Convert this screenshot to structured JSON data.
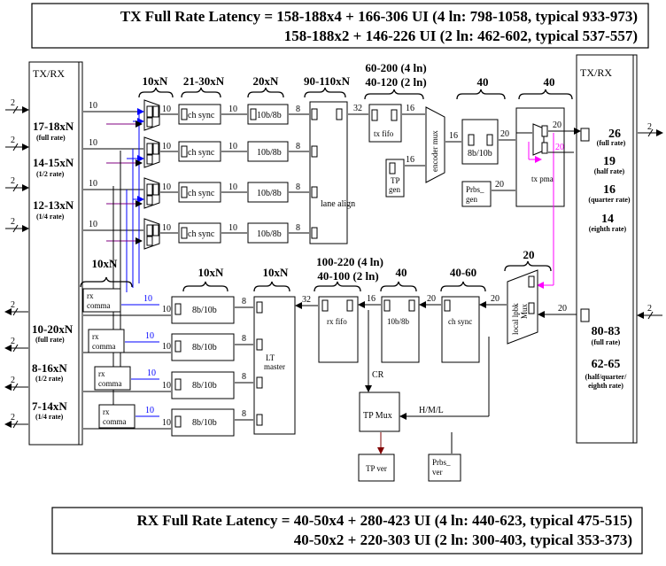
{
  "tx_latency": {
    "line1": "TX Full Rate Latency = 158-188x4 + 166-306 UI (4 ln: 798-1058, typical 933-973)",
    "line2": "158-188x2 + 146-226 UI (2 ln: 462-602, typical 537-557)"
  },
  "rx_latency": {
    "line1": "RX Full Rate Latency = 40-50x4 + 280-423 UI (4 ln: 440-623, typical 475-515)",
    "line2": "40-50x2 + 220-303 UI (2 ln: 300-403, typical 353-373)"
  },
  "left_block": {
    "title": "TX/RX",
    "tx_rates": [
      {
        "value": "17-18xN",
        "sub": "(full rate)"
      },
      {
        "value": "14-15xN",
        "sub": "(1/2 rate)"
      },
      {
        "value": "12-13xN",
        "sub": "(1/4 rate)"
      }
    ],
    "rx_rates": [
      {
        "value": "10-20xN",
        "sub": "(full rate)"
      },
      {
        "value": "8-16xN",
        "sub": "(1/2 rate)"
      },
      {
        "value": "7-14xN",
        "sub": "(1/4 rate)"
      }
    ]
  },
  "right_block": {
    "title": "TX/RX",
    "tx_rates": [
      {
        "value": "26",
        "sub": "(full rate)"
      },
      {
        "value": "19",
        "sub": "(half rate)"
      },
      {
        "value": "16",
        "sub": "(quarter rate)"
      },
      {
        "value": "14",
        "sub": "(eighth rate)"
      }
    ],
    "rx_rates": [
      {
        "value": "80-83",
        "sub": "(full rate)"
      },
      {
        "value": "62-65",
        "sub": "(half/quarter/"
      },
      {
        "value": "",
        "sub": "eighth rate)"
      }
    ]
  },
  "tx_headers": {
    "mux": "10xN",
    "chsync": "21-30xN",
    "dec": "20xN",
    "align": "90-110xN",
    "fifo1": "60-200 (4 ln)",
    "fifo2": "40-120 (2 ln)",
    "enc": "40",
    "pma": "40"
  },
  "rx_headers": {
    "comma": "10xN",
    "dec": "10xN",
    "master": "10xN",
    "fifo1": "100-220 (4 ln)",
    "fifo2": "40-100 (2 ln)",
    "enc": "40",
    "chsync": "40-60",
    "lpbk": "20"
  },
  "blocks": {
    "ch_sync": "ch sync",
    "dec_10b8b": "10b/8b",
    "lane_align": "lane align",
    "tx_fifo": "tx fifo",
    "encoder_mux": "encoder mux",
    "tp_gen": "TP gen",
    "enc_8b10b": "8b/10b",
    "prbs_gen": "Prbs_ gen",
    "tx_pma": "tx pma",
    "rx_comma": "rx comma",
    "rx_8b10b": "8b/10b",
    "lt_master": "LT master",
    "rx_fifo": "rx fifo",
    "rx_10b8b": "10b/8b",
    "rx_ch_sync": "ch sync",
    "lpbk_mux": "local lpbk Mux",
    "tp_mux": "TP Mux",
    "tp_ver": "TP ver",
    "prbs_ver": "Prbs_ ver",
    "cr": "CR",
    "hml": "H/M/L"
  },
  "bus_widths": {
    "w2": "2",
    "w10": "10",
    "w8": "8",
    "w32": "32",
    "w16": "16",
    "w20": "20"
  },
  "colors": {
    "blue": "#0000ff",
    "purple": "#800080",
    "magenta": "#ff00ff",
    "dark_red": "#800000",
    "line": "#000000"
  }
}
